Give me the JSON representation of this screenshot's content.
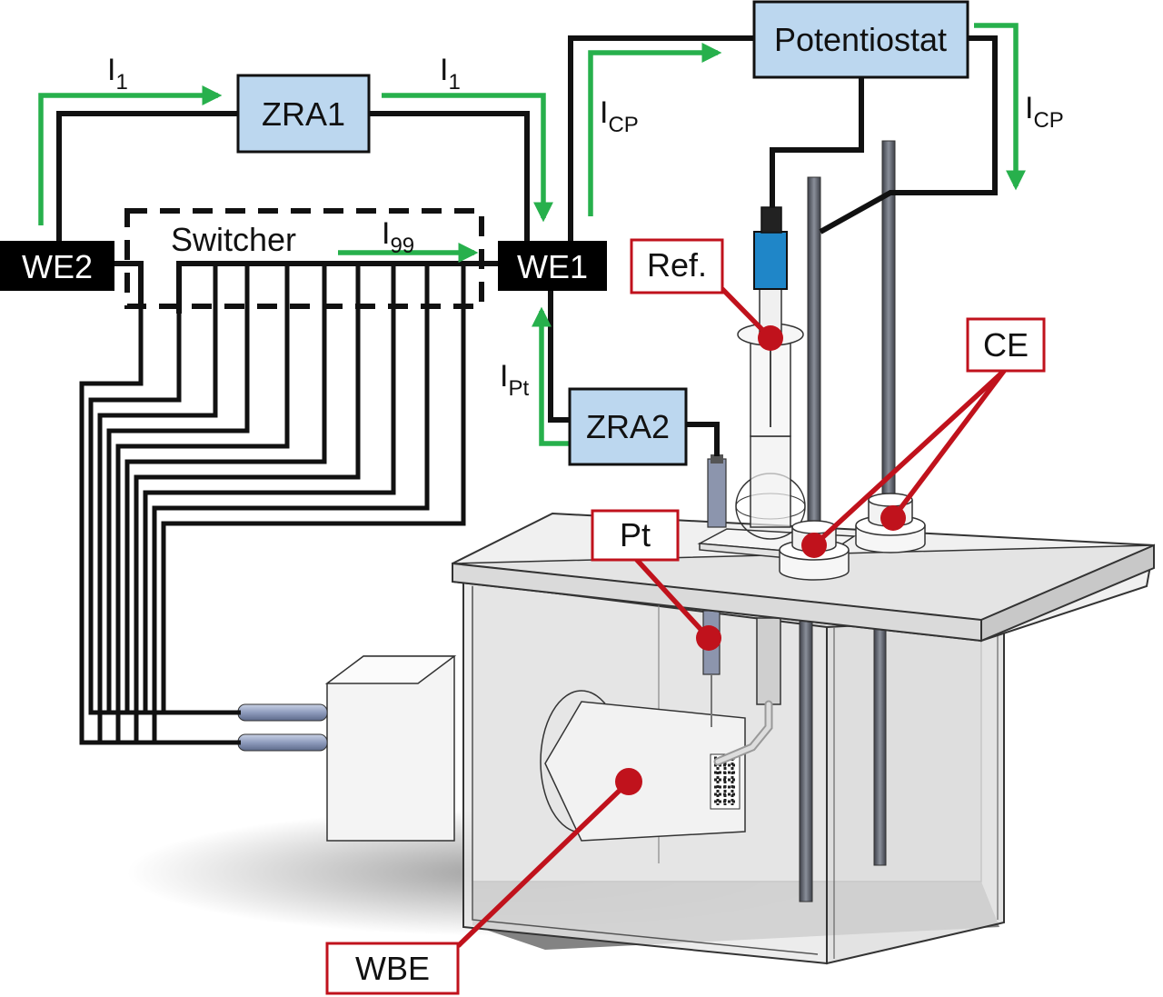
{
  "colors": {
    "instrument_box": "#bcd7ef",
    "electrode_box": "#000000",
    "current_arrow": "#27b04c",
    "callout": "#c0121c",
    "wire": "#111111",
    "ref_electrode_body": "#1f86c8"
  },
  "instruments": {
    "potentiostat": "Potentiostat",
    "zra1": "ZRA1",
    "zra2": "ZRA2",
    "switcher": "Switcher"
  },
  "electrodes": {
    "we1": "WE1",
    "we2": "WE2"
  },
  "currents": {
    "i1_left": {
      "main": "I",
      "sub": "1"
    },
    "i1_right": {
      "main": "I",
      "sub": "1"
    },
    "i99": {
      "main": "I",
      "sub": "99"
    },
    "icp_left": {
      "main": "I",
      "sub": "CP"
    },
    "icp_right": {
      "main": "I",
      "sub": "CP"
    },
    "ipt": {
      "main": "I",
      "sub": "Pt"
    }
  },
  "callouts": {
    "ref": "Ref.",
    "ce": "CE",
    "pt": "Pt",
    "wbe": "WBE"
  }
}
